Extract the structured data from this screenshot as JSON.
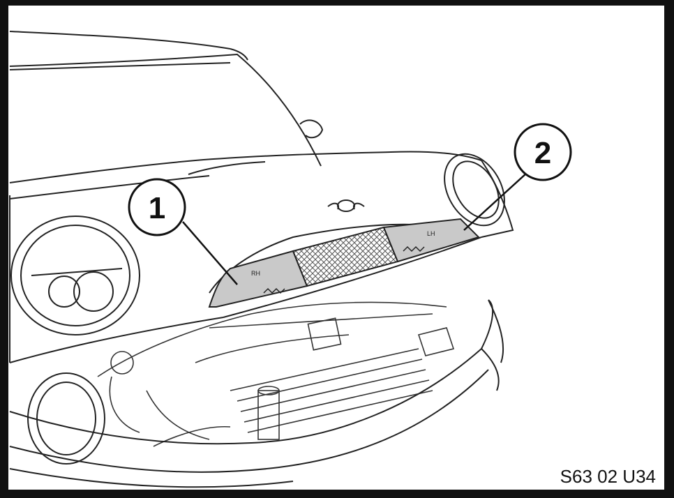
{
  "figure": {
    "reference_code": "S63 02 U34",
    "callouts": [
      {
        "label": "1"
      },
      {
        "label": "2"
      }
    ],
    "panel_labels": {
      "right": "RH",
      "left": "LH"
    }
  }
}
